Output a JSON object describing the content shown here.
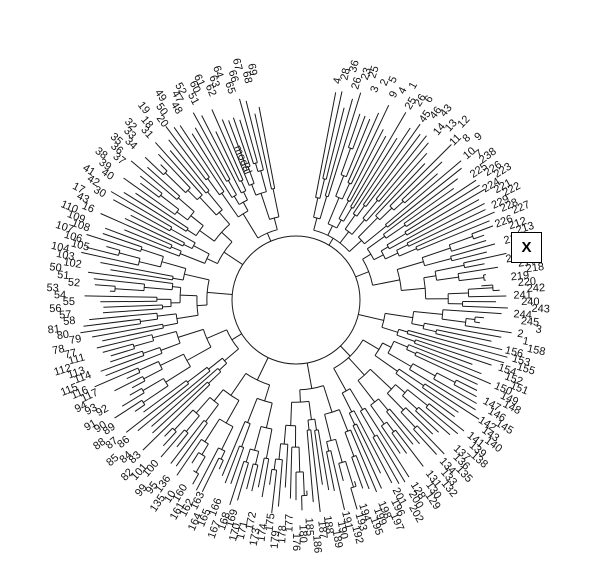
{
  "marker_box": {
    "label": "X"
  },
  "tree": {
    "type": "circular-dendrogram",
    "clade_label": "modal",
    "leaf_labels": [
      "4",
      "28",
      "36",
      "26",
      "23",
      "25",
      "3",
      "2",
      "5",
      "9",
      "4",
      "1",
      "25",
      "26",
      "6",
      "45",
      "46",
      "43",
      "14",
      "13",
      "12",
      "11",
      "8",
      "9",
      "10",
      "7",
      "238",
      "225",
      "226",
      "223",
      "224",
      "221",
      "222",
      "229",
      "228",
      "227",
      "226",
      "212",
      "213",
      "211",
      "215",
      "216",
      "214",
      "217",
      "218",
      "219",
      "220",
      "242",
      "241",
      "240",
      "243",
      "244",
      "245",
      "3",
      "2",
      "1",
      "158",
      "156",
      "153",
      "155",
      "154",
      "152",
      "151",
      "150",
      "149",
      "148",
      "147",
      "146",
      "145",
      "142",
      "143",
      "140",
      "141",
      "139",
      "138",
      "137",
      "136",
      "135",
      "134",
      "133",
      "132",
      "131",
      "130",
      "129",
      "128",
      "200",
      "202",
      "201",
      "196",
      "197",
      "198",
      "199",
      "195",
      "194",
      "193",
      "192",
      "191",
      "190",
      "189",
      "188",
      "187",
      "186",
      "185",
      "180",
      "176",
      "177",
      "178",
      "179",
      "175",
      "174",
      "173",
      "172",
      "171",
      "170",
      "169",
      "168",
      "167",
      "166",
      "165",
      "164",
      "163",
      "162",
      "161",
      "160",
      "10",
      "135",
      "136",
      "95",
      "99",
      "100",
      "101",
      "82",
      "83",
      "84",
      "85",
      "86",
      "87",
      "88",
      "89",
      "90",
      "91",
      "92",
      "93",
      "94",
      "117",
      "116",
      "115",
      "114",
      "113",
      "112",
      "111",
      "77",
      "78",
      "79",
      "80",
      "81",
      "58",
      "57",
      "56",
      "55",
      "54",
      "53",
      "52",
      "51",
      "50",
      "102",
      "103",
      "104",
      "105",
      "106",
      "107",
      "108",
      "109",
      "110",
      "16",
      "43",
      "17",
      "30",
      "42",
      "41",
      "40",
      "39",
      "38",
      "37",
      "36",
      "35",
      "34",
      "33",
      "32",
      "31",
      "18",
      "19",
      "20",
      "50",
      "49",
      "48",
      "47",
      "52",
      "51",
      "60",
      "61",
      "62",
      "63",
      "64",
      "65",
      "66",
      "67",
      "68",
      "69"
    ]
  }
}
